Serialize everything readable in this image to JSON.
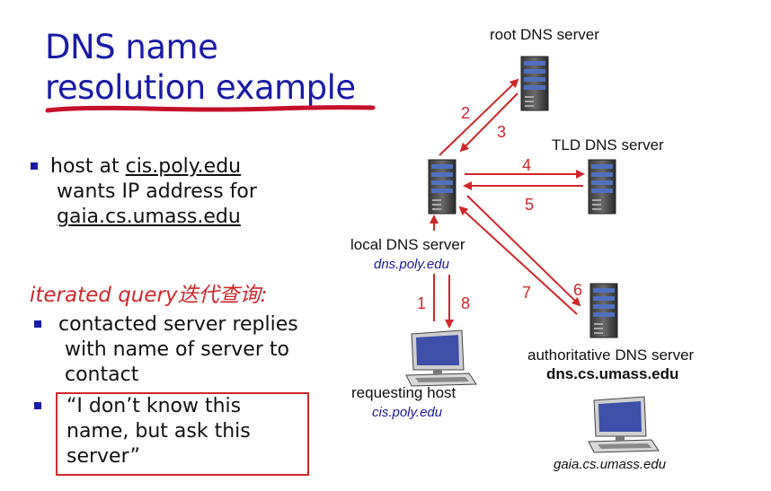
{
  "title": {
    "line1": "DNS name",
    "line2": "resolution example"
  },
  "bullets": {
    "host": {
      "prefix": "host at ",
      "host": "cis.poly.edu",
      "line2": "wants IP address for",
      "target": "gaia.cs.umass.edu"
    },
    "iterated_heading": "iterated query迭代查询:",
    "replies": {
      "line1": "contacted server replies",
      "line2": "with name of server to",
      "line3": "contact"
    },
    "quote": {
      "line1": "“I don’t know this",
      "line2": "name, but ask this",
      "line3": "server”"
    }
  },
  "diagram": {
    "root_server": "root DNS server",
    "tld_server": "TLD DNS server",
    "local_server": "local DNS server",
    "local_server_domain": "dns.poly.edu",
    "auth_server": "authoritative DNS server",
    "auth_server_domain": "dns.cs.umass.edu",
    "requesting_host": "requesting host",
    "requesting_host_domain": "cis.poly.edu",
    "target_host_domain": "gaia.cs.umass.edu",
    "steps": [
      "1",
      "2",
      "3",
      "4",
      "5",
      "6",
      "7",
      "8"
    ]
  },
  "colors": {
    "accent": "#d0262b",
    "title": "#1a1aa8"
  }
}
